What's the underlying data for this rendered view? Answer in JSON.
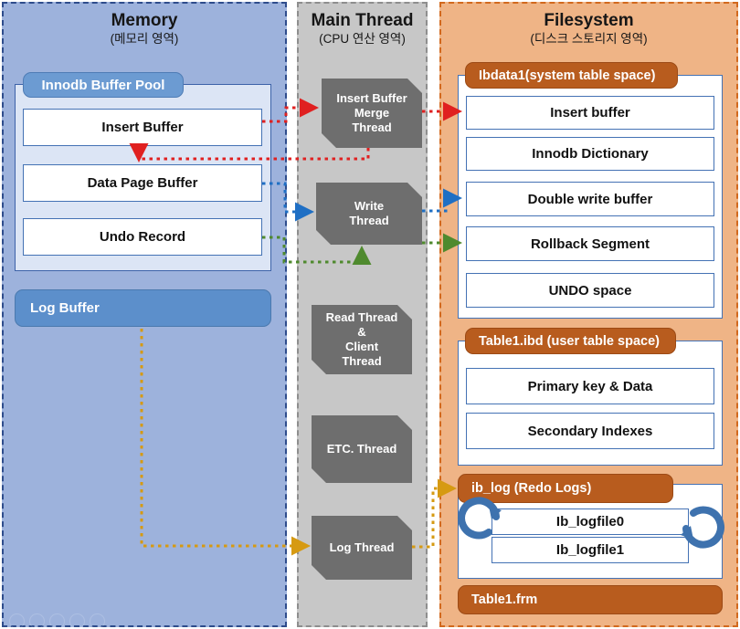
{
  "columns": {
    "memory": {
      "title": "Memory",
      "subtitle": "(메모리 영역)",
      "bg": "#9DB2DC",
      "border": "#2E4C8C",
      "buffer_pool": {
        "label": "Innodb Buffer Pool",
        "items": [
          {
            "label": "Insert Buffer"
          },
          {
            "label": "Data Page Buffer"
          },
          {
            "label": "Undo Record"
          }
        ]
      },
      "log_buffer": {
        "label": "Log Buffer"
      }
    },
    "main_thread": {
      "title": "Main Thread",
      "subtitle": "(CPU 연산 영역)",
      "bg": "#C7C7C7",
      "border": "#8E8E8E",
      "threads": [
        {
          "label": "Insert Buffer\nMerge\nThread",
          "lines": [
            "Insert Buffer",
            "Merge",
            "Thread"
          ]
        },
        {
          "label": "Write\nThread",
          "lines": [
            "Write",
            "Thread"
          ]
        },
        {
          "label": "Read Thread\n&\nClient\nThread",
          "lines": [
            "Read Thread",
            "&",
            "Client",
            "Thread"
          ]
        },
        {
          "label": "ETC. Thread",
          "lines": [
            "ETC. Thread"
          ]
        },
        {
          "label": "Log Thread",
          "lines": [
            "Log Thread"
          ]
        }
      ]
    },
    "filesystem": {
      "title": "Filesystem",
      "subtitle": "(디스크 스토리지 영역)",
      "bg": "#EFB486",
      "border": "#D2691E",
      "groups": [
        {
          "label": "Ibdata1(system table space)",
          "items": [
            {
              "label": "Insert buffer"
            },
            {
              "label": "Innodb Dictionary"
            },
            {
              "label": "Double write buffer"
            },
            {
              "label": "Rollback Segment"
            },
            {
              "label": "UNDO space"
            }
          ]
        },
        {
          "label": "Table1.ibd (user table space)",
          "items": [
            {
              "label": "Primary key & Data"
            },
            {
              "label": "Secondary Indexes"
            }
          ]
        },
        {
          "label": "ib_log (Redo Logs)",
          "items": [
            {
              "label": "Ib_logfile0"
            },
            {
              "label": "Ib_logfile1"
            }
          ]
        }
      ],
      "frm_file": {
        "label": "Table1.frm"
      }
    }
  },
  "flows": [
    {
      "name": "insert-buffer-merge-flow",
      "color": "#E02020",
      "from": "Insert Buffer",
      "via": "Insert Buffer Merge Thread",
      "to": "Insert buffer / Data Page Buffer"
    },
    {
      "name": "write-flow",
      "color": "#1F6FC4",
      "from": "Data Page Buffer",
      "via": "Write Thread",
      "to": "Double write buffer"
    },
    {
      "name": "undo-flow",
      "color": "#4F8A2E",
      "from": "Undo Record",
      "via": "Write Thread",
      "to": "Rollback Segment"
    },
    {
      "name": "log-flow",
      "color": "#D69A12",
      "from": "Log Buffer",
      "via": "Log Thread",
      "to": "ib_log (Redo Logs)"
    }
  ],
  "icons": {
    "redo-loop-left": "circular-arrow-icon",
    "redo-loop-right": "circular-arrow-icon"
  }
}
